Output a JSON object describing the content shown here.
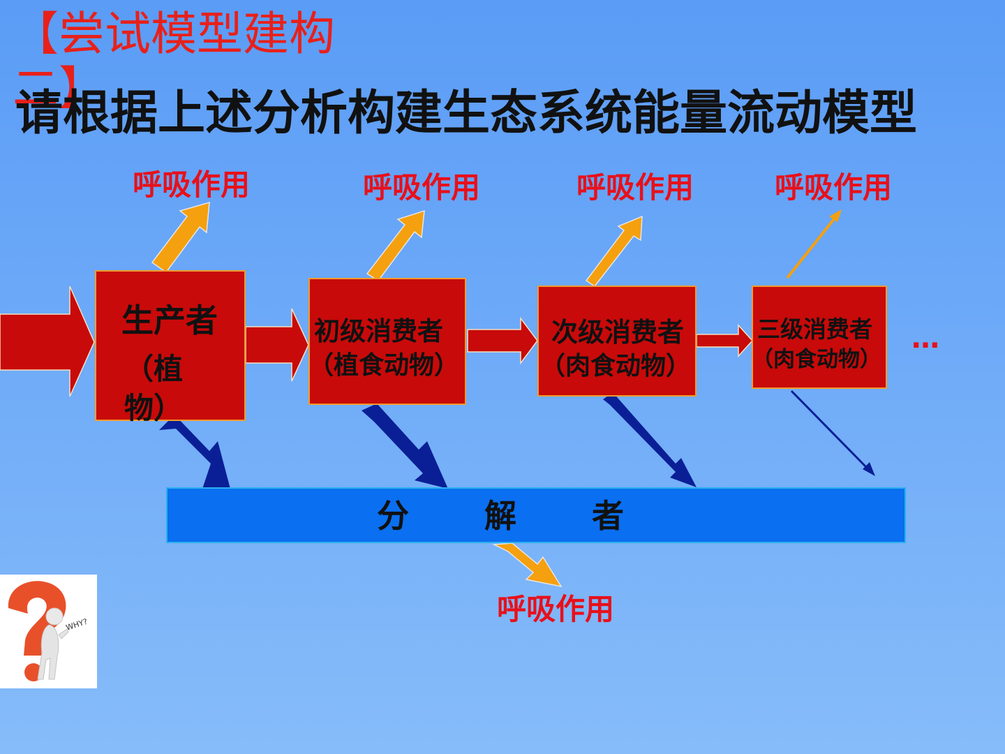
{
  "slide": {
    "heading_red": "【尝试模型建构二】",
    "heading_black": "请根据上述分析构建生态系统能量流动模型"
  },
  "respiration_labels": [
    "呼吸作用",
    "呼吸作用",
    "呼吸作用",
    "呼吸作用"
  ],
  "decomposer_respiration": "呼吸作用",
  "trophic_levels": [
    {
      "name": "生产者",
      "sub": "（植物）"
    },
    {
      "name": "初级消费者",
      "sub": "（植食动物）"
    },
    {
      "name": "次级消费者",
      "sub": "（肉食动物）"
    },
    {
      "name": "三级消费者",
      "sub": "（肉食动物）"
    }
  ],
  "continuation": "…",
  "decomposer": "分解者",
  "illustration": {
    "icon": "question-mark-person-icon",
    "badge": "WHY?"
  },
  "colors": {
    "box_fill": "#c80a0a",
    "box_border": "#f39a2c",
    "flow_arrow": "#c80a0a",
    "respiration_arrow": "#f5a00f",
    "decomposition_arrow": "#0a1f96",
    "decomposer_fill": "#0a6ff0",
    "label_red": "#e8101a"
  }
}
